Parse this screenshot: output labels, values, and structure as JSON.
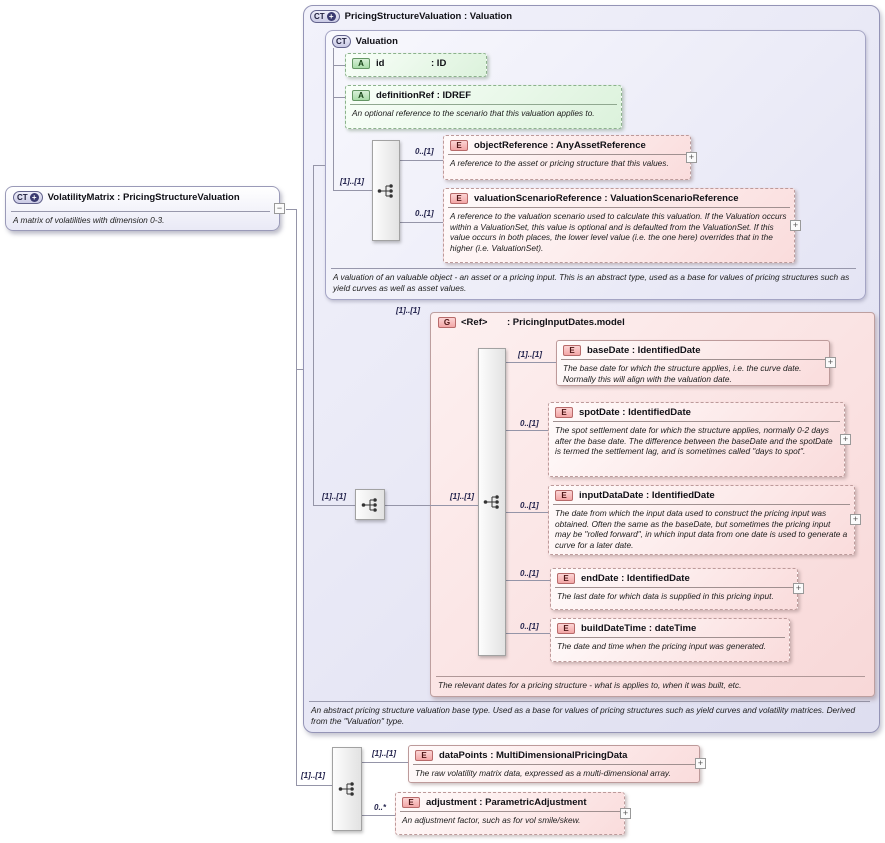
{
  "toggles": {
    "expand": "+",
    "collapse": "−"
  },
  "volatility_matrix": {
    "icon": "CT",
    "title": "VolatilityMatrix : PricingStructureValuation",
    "annotation": "A matrix of volatilities with dimension 0-3."
  },
  "psv": {
    "icon": "CT",
    "title": "PricingStructureValuation : Valuation",
    "annotation": "An abstract pricing structure valuation base type. Used as a base for values of pricing structures such as yield curves and volatility matrices. Derived from the \"Valuation\" type.",
    "content_sequence_cardinality": "[1]..[1]",
    "valuation": {
      "icon": "CT",
      "title": "Valuation",
      "annotation": "A valuation of an valuable object - an asset or a pricing input. This is an abstract type, used as a base for values of pricing structures such as yield curves as well as asset values.",
      "sequence_cardinality": "[1]..[1]",
      "attributes": {
        "id": {
          "icon": "A",
          "name": "id",
          "type": ": ID"
        },
        "definition_ref": {
          "icon": "A",
          "title": "definitionRef : IDREF",
          "annotation": "An optional reference to the scenario that this valuation applies to."
        }
      },
      "elements": {
        "object_reference": {
          "icon": "E",
          "cardinality": "0..[1]",
          "title": "objectReference : AnyAssetReference",
          "annotation": "A reference to the asset or pricing structure that this values."
        },
        "valuation_scenario_reference": {
          "icon": "E",
          "cardinality": "0..[1]",
          "title": "valuationScenarioReference : ValuationScenarioReference",
          "annotation": "A reference to the valuation scenario used to calculate this valuation. If the Valuation occurs within a ValuationSet, this value is optional and is defaulted from the ValuationSet. If this value occurs in both places, the lower level value (i.e. the one here) overrides that in the higher (i.e. ValuationSet)."
        }
      }
    },
    "group": {
      "icon": "G",
      "cardinality": "[1]..[1]",
      "name": "<Ref>",
      "type": ": PricingInputDates.model",
      "sequence_cardinality": "[1]..[1]",
      "annotation": "The relevant dates for a pricing structure - what is applies to, when it was built, etc.",
      "elements": [
        {
          "icon": "E",
          "cardinality": "[1]..[1]",
          "title": "baseDate : IdentifiedDate",
          "annotation": "The base date for which the structure applies, i.e. the curve date. Normally this will align with the valuation date."
        },
        {
          "icon": "E",
          "cardinality": "0..[1]",
          "title": "spotDate : IdentifiedDate",
          "annotation": "The spot settlement date for which the structure applies, normally 0-2 days after the base date. The difference between the baseDate and the spotDate is termed the settlement lag, and is sometimes called \"days to spot\"."
        },
        {
          "icon": "E",
          "cardinality": "0..[1]",
          "title": "inputDataDate : IdentifiedDate",
          "annotation": "The date from which the input data used to construct the pricing input was obtained. Often the same as the baseDate, but sometimes the pricing input may be \"rolled forward\", in which input data from one date is used to generate a curve for a later date."
        },
        {
          "icon": "E",
          "cardinality": "0..[1]",
          "title": "endDate : IdentifiedDate",
          "annotation": "The last date for which data is supplied in this pricing input."
        },
        {
          "icon": "E",
          "cardinality": "0..[1]",
          "title": "buildDateTime : dateTime",
          "annotation": "The date and time when the pricing input was generated."
        }
      ]
    }
  },
  "extension": {
    "sequence_cardinality": "[1]..[1]",
    "data_points": {
      "icon": "E",
      "cardinality": "[1]..[1]",
      "title": "dataPoints : MultiDimensionalPricingData",
      "annotation": "The raw volatility matrix data, expressed as a multi-dimensional array."
    },
    "adjustment": {
      "icon": "E",
      "cardinality": "0..*",
      "title": "adjustment : ParametricAdjustment",
      "annotation": "An adjustment factor, such as for vol smile/skew."
    }
  }
}
